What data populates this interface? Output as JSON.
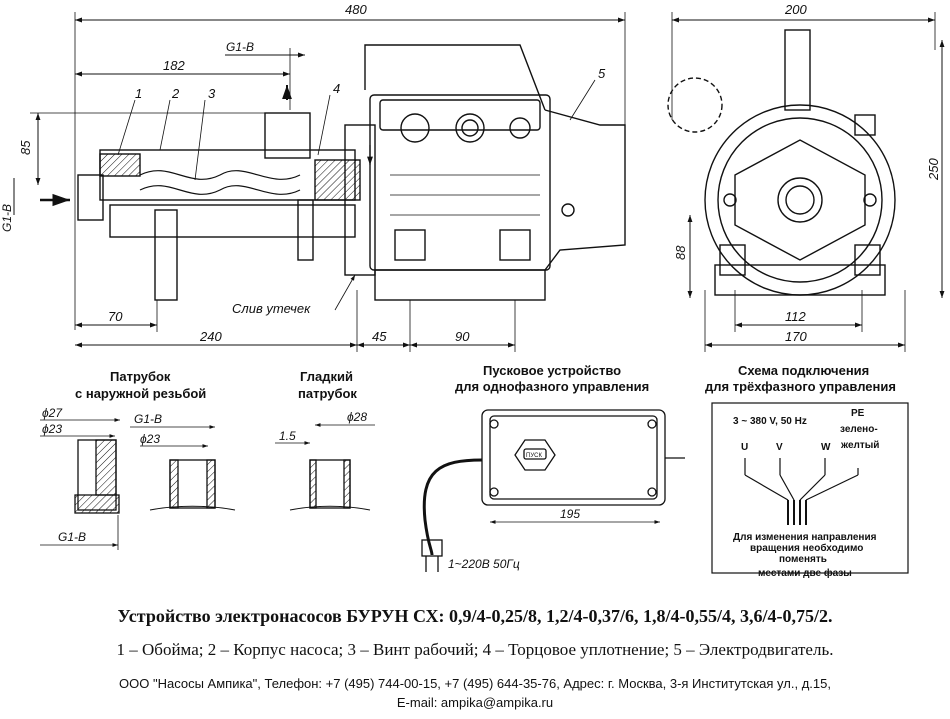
{
  "dims": {
    "overall_length": "480",
    "outlet_offset": "182",
    "height_85": "85",
    "thread_label": "G1-B",
    "base_70": "70",
    "base_240": "240",
    "base_45": "45",
    "base_90": "90",
    "side_width": "200",
    "side_height": "250",
    "side_88": "88",
    "side_112": "112",
    "side_170": "170",
    "dia_27": "ϕ27",
    "dia_23": "ϕ23",
    "dia_28": "ϕ28",
    "wall_15": "1.5",
    "box_195": "195"
  },
  "callouts": [
    "1",
    "2",
    "3",
    "4",
    "5"
  ],
  "labels": {
    "drain": "Слив утечек",
    "threaded_pipe": [
      "Патрубок",
      "с наружной резьбой"
    ],
    "smooth_pipe": [
      "Гладкий",
      "патрубок"
    ],
    "starter": [
      "Пусковое устройство",
      "для однофазного управления"
    ],
    "wiring": [
      "Схема подключения",
      "для трёхфазного управления"
    ],
    "starter_button": "ПУСК",
    "power_supply": "1~220В 50Гц"
  },
  "wiring": {
    "supply": "3 ~ 380 V,  50 Hz",
    "pe": [
      "PE",
      "зелено-",
      "желтый"
    ],
    "phases": [
      "U",
      "V",
      "W"
    ],
    "note": [
      "Для изменения направления",
      "вращения необходимо",
      "поменять",
      "местами две фазы"
    ]
  },
  "caption": {
    "title": "Устройство электронасосов  БУРУН СХ: 0,9/4-0,25/8, 1,2/4-0,37/6, 1,8/4-0,55/4, 3,6/4-0,75/2.",
    "legend": "1 – Обойма; 2 – Корпус насоса; 3 – Винт рабочий; 4 – Торцовое уплотнение; 5 – Электродвигатель.",
    "company": "ООО \"Насосы Ампика\", Телефон: +7 (495) 744-00-15, +7 (495) 644-35-76, Адрес: г. Москва, 3-я Институтская ул., д.15,",
    "email": "E-mail: ampika@ampika.ru"
  }
}
